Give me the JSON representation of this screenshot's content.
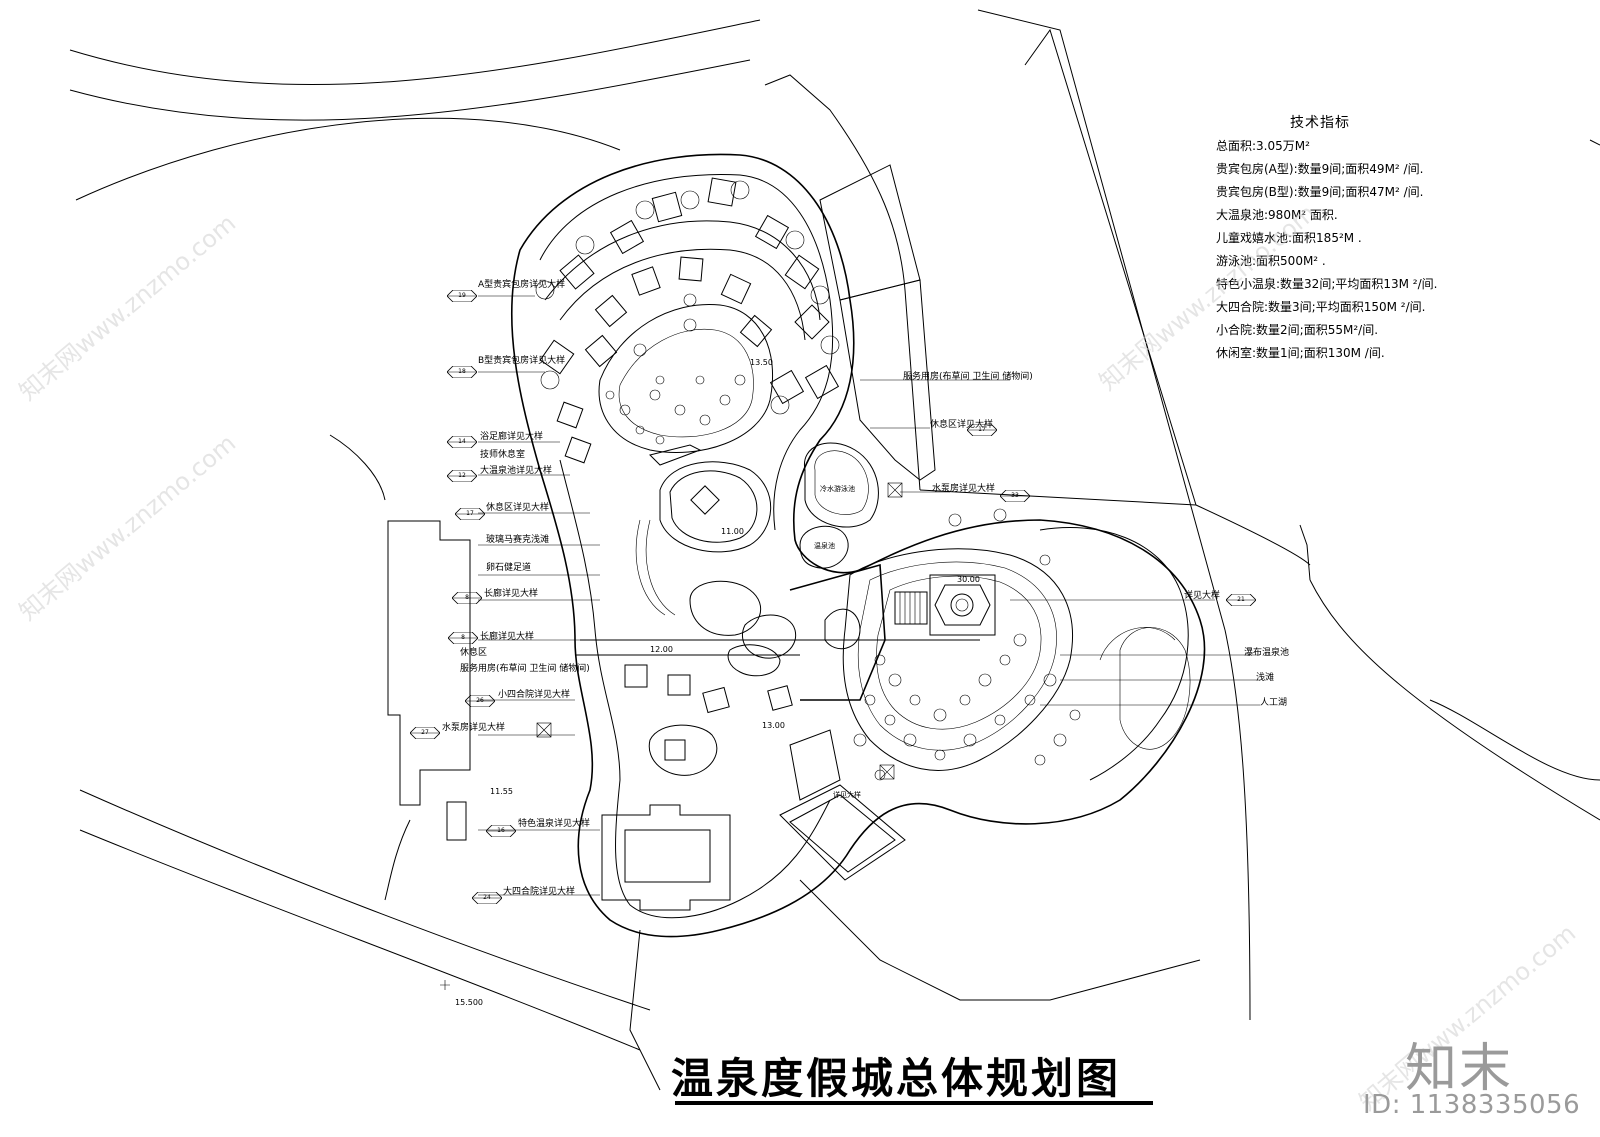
{
  "title": "温泉度假城总体规划图",
  "technical_index": {
    "heading": "技术指标",
    "rows": [
      "总面积:3.05万M²",
      "贵宾包房(A型):数量9间;面积49M² /间.",
      "贵宾包房(B型):数量9间;面积47M² /间.",
      "大温泉池:980M² 面积.",
      "儿童戏嬉水池:面积185²M .",
      "游泳池:面积500M² .",
      "特色小温泉:数量32间;平均面积13M ²/间.",
      "大四合院:数量3间;平均面积150M ²/间.",
      "小合院:数量2间;面积55M²/间.",
      "休闲室:数量1间;面积130M /间."
    ]
  },
  "callouts_left": [
    {
      "text": "A型贵宾包房详见大样",
      "tag": "19"
    },
    {
      "text": "B型贵宾包房详见大样",
      "tag": "18"
    },
    {
      "text": "浴足廊详见大样",
      "tag": "14"
    },
    {
      "text": "技师休息室",
      "tag": ""
    },
    {
      "text": "大温泉池详见大样",
      "tag": "12"
    },
    {
      "text": "休息区详见大样",
      "tag": "17"
    },
    {
      "text": "玻璃马赛克浅滩",
      "tag": ""
    },
    {
      "text": "卵石健足道",
      "tag": ""
    },
    {
      "text": "长廊详见大样",
      "tag": "8"
    },
    {
      "text": "长廊详见大样",
      "tag": "8"
    },
    {
      "text": "休息区",
      "tag": ""
    },
    {
      "text": "服务用房(布草间 卫生间 储物间)",
      "tag": ""
    },
    {
      "text": "小四合院详见大样",
      "tag": "26"
    },
    {
      "text": "水泵房详见大样",
      "tag": "27"
    },
    {
      "text": "特色温泉详见大样",
      "tag": "16"
    },
    {
      "text": "大四合院详见大样",
      "tag": "24"
    }
  ],
  "callouts_right": [
    {
      "text": "服务用房(布草间 卫生间 储物间)",
      "tag": ""
    },
    {
      "text": "休息区详见大样",
      "tag": "17"
    },
    {
      "text": "水泵房详见大样",
      "tag": "33"
    },
    {
      "text": "详见大样",
      "tag": "21"
    },
    {
      "text": "瀑布温泉池",
      "tag": ""
    },
    {
      "text": "浅滩",
      "tag": ""
    },
    {
      "text": "人工湖",
      "tag": ""
    }
  ],
  "inner_labels": {
    "cold_pool": "冷水游泳池",
    "hot_pool": "温泉池",
    "see_detail": "详见大样"
  },
  "levels": [
    "13.50",
    "11.00",
    "12.00",
    "13.00",
    "30.00",
    "11.55",
    "15.500"
  ],
  "logo": "知末",
  "id_text": "ID: 1138335056",
  "watermark": "知末网www.znzmo.com"
}
